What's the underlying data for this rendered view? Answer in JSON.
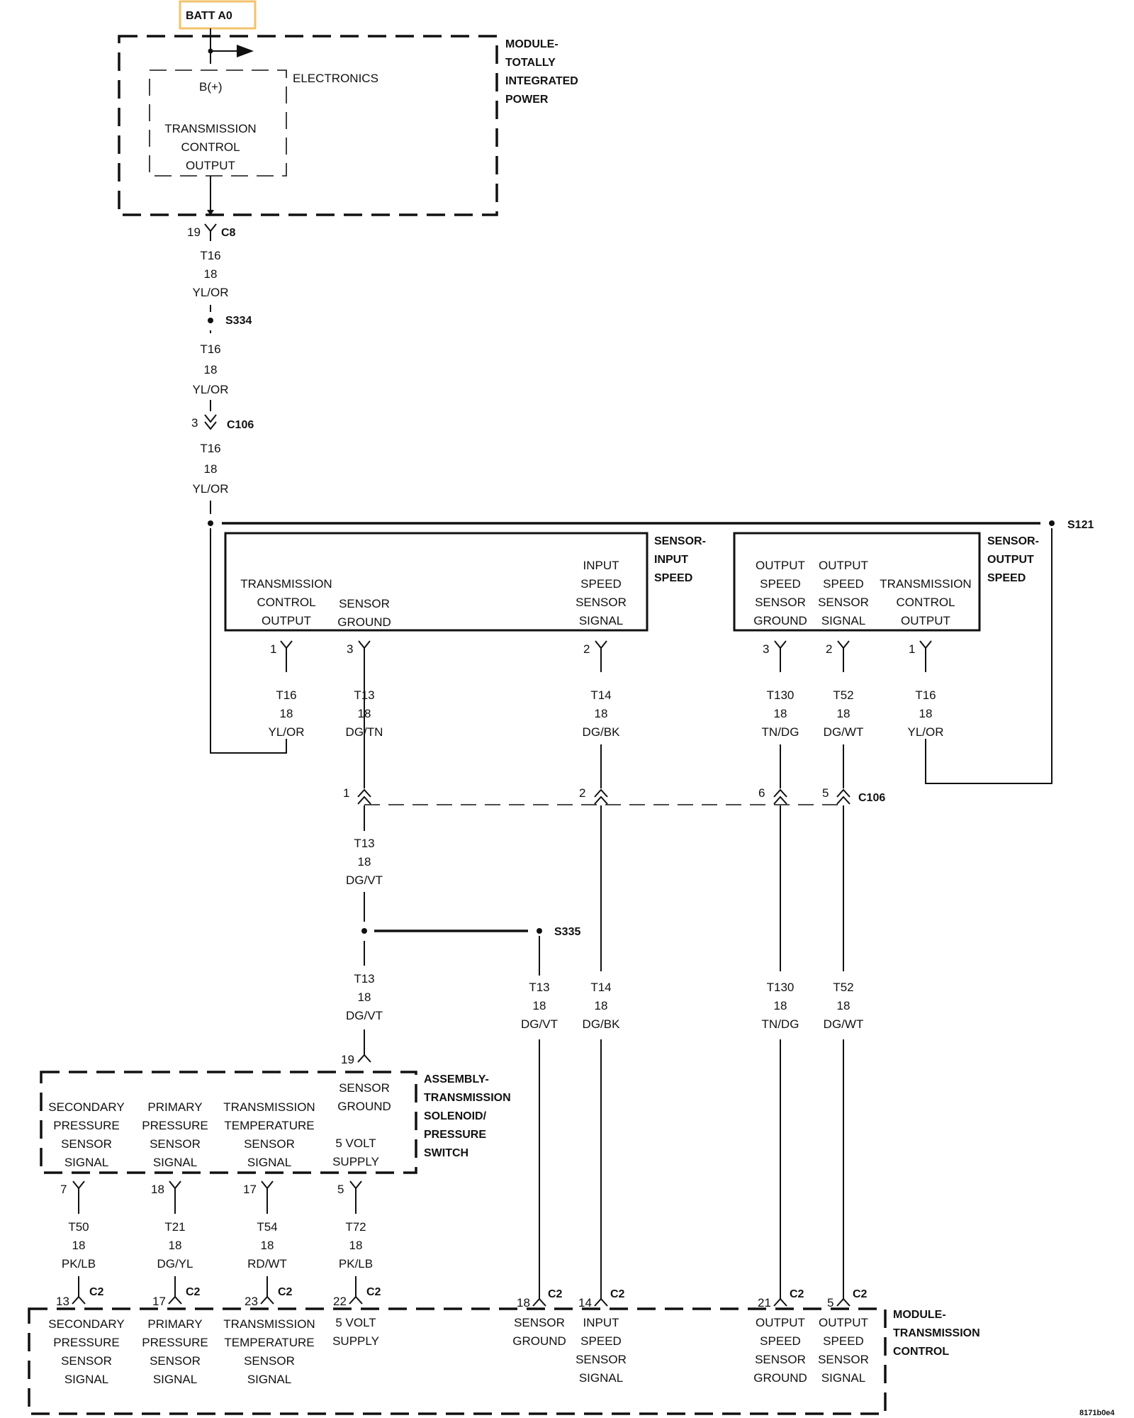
{
  "batt": "BATT A0",
  "colors": {
    "ink": "#111111",
    "batt_border": "#f2c36b"
  },
  "tipm": {
    "electronics": "ELECTRONICS",
    "bplus": "B(+)",
    "tco": [
      "TRANSMISSION",
      "CONTROL",
      "OUTPUT"
    ],
    "name": [
      "MODULE-",
      "TOTALLY",
      "INTEGRATED",
      "POWER"
    ]
  },
  "c8": {
    "pin": "19",
    "name": "C8"
  },
  "wire_a": [
    "T16",
    "18",
    "YL/OR"
  ],
  "s334": "S334",
  "wire_b": [
    "T16",
    "18",
    "YL/OR"
  ],
  "c106_top": {
    "pin": "3",
    "name": "C106"
  },
  "wire_c": [
    "T16",
    "18",
    "YL/OR"
  ],
  "s121": "S121",
  "input_sensor": {
    "name": [
      "SENSOR-",
      "INPUT",
      "SPEED"
    ],
    "tco": [
      "TRANSMISSION",
      "CONTROL",
      "OUTPUT"
    ],
    "gnd": [
      "SENSOR",
      "GROUND"
    ],
    "sig": [
      "INPUT",
      "SPEED",
      "SENSOR",
      "SIGNAL"
    ],
    "pins": [
      "1",
      "3",
      "2"
    ]
  },
  "output_sensor": {
    "name": [
      "SENSOR-",
      "OUTPUT",
      "SPEED"
    ],
    "gnd": [
      "OUTPUT",
      "SPEED",
      "SENSOR",
      "GROUND"
    ],
    "sig": [
      "OUTPUT",
      "SPEED",
      "SENSOR",
      "SIGNAL"
    ],
    "tco": [
      "TRANSMISSION",
      "CONTROL",
      "OUTPUT"
    ],
    "pins": [
      "3",
      "2",
      "1"
    ]
  },
  "wires_mid": [
    [
      "T16",
      "18",
      "YL/OR"
    ],
    [
      "T13",
      "18",
      "DG/TN"
    ],
    [
      "T14",
      "18",
      "DG/BK"
    ],
    [
      "T130",
      "18",
      "TN/DG"
    ],
    [
      "T52",
      "18",
      "DG/WT"
    ],
    [
      "T16",
      "18",
      "YL/OR"
    ]
  ],
  "c106_mid": {
    "pins": [
      "1",
      "2",
      "6",
      "5"
    ],
    "name": "C106"
  },
  "wire_t13a": [
    "T13",
    "18",
    "DG/VT"
  ],
  "s335": "S335",
  "wire_t13b": [
    "T13",
    "18",
    "DG/VT"
  ],
  "wires_right": [
    [
      "T13",
      "18",
      "DG/VT"
    ],
    [
      "T14",
      "18",
      "DG/BK"
    ],
    [
      "T130",
      "18",
      "TN/DG"
    ],
    [
      "T52",
      "18",
      "DG/WT"
    ]
  ],
  "solenoid": {
    "name": [
      "ASSEMBLY-",
      "TRANSMISSION",
      "SOLENOID/",
      "PRESSURE",
      "SWITCH"
    ],
    "top_pin": "19",
    "sgnd": [
      "SENSOR",
      "GROUND"
    ],
    "sec": [
      "SECONDARY",
      "PRESSURE",
      "SENSOR",
      "SIGNAL"
    ],
    "pri": [
      "PRIMARY",
      "PRESSURE",
      "SENSOR",
      "SIGNAL"
    ],
    "temp": [
      "TRANSMISSION",
      "TEMPERATURE",
      "SENSOR",
      "SIGNAL"
    ],
    "supply": [
      "5 VOLT",
      "SUPPLY"
    ],
    "pins": [
      "7",
      "18",
      "17",
      "5"
    ]
  },
  "wires_low": [
    [
      "T50",
      "18",
      "PK/LB"
    ],
    [
      "T21",
      "18",
      "DG/YL"
    ],
    [
      "T54",
      "18",
      "RD/WT"
    ],
    [
      "T72",
      "18",
      "PK/LB"
    ]
  ],
  "c2": {
    "name": "C2",
    "pins": [
      "13",
      "17",
      "23",
      "22",
      "18",
      "14",
      "21",
      "5"
    ]
  },
  "tcm": {
    "name": [
      "MODULE-",
      "TRANSMISSION",
      "CONTROL"
    ],
    "sec": [
      "SECONDARY",
      "PRESSURE",
      "SENSOR",
      "SIGNAL"
    ],
    "pri": [
      "PRIMARY",
      "PRESSURE",
      "SENSOR",
      "SIGNAL"
    ],
    "temp": [
      "TRANSMISSION",
      "TEMPERATURE",
      "SENSOR",
      "SIGNAL"
    ],
    "supply": [
      "5 VOLT",
      "SUPPLY"
    ],
    "gnd": [
      "SENSOR",
      "GROUND"
    ],
    "iss": [
      "INPUT",
      "SPEED",
      "SENSOR",
      "SIGNAL"
    ],
    "osg": [
      "OUTPUT",
      "SPEED",
      "SENSOR",
      "GROUND"
    ],
    "oss": [
      "OUTPUT",
      "SPEED",
      "SENSOR",
      "SIGNAL"
    ]
  },
  "code": "8171b0e4"
}
